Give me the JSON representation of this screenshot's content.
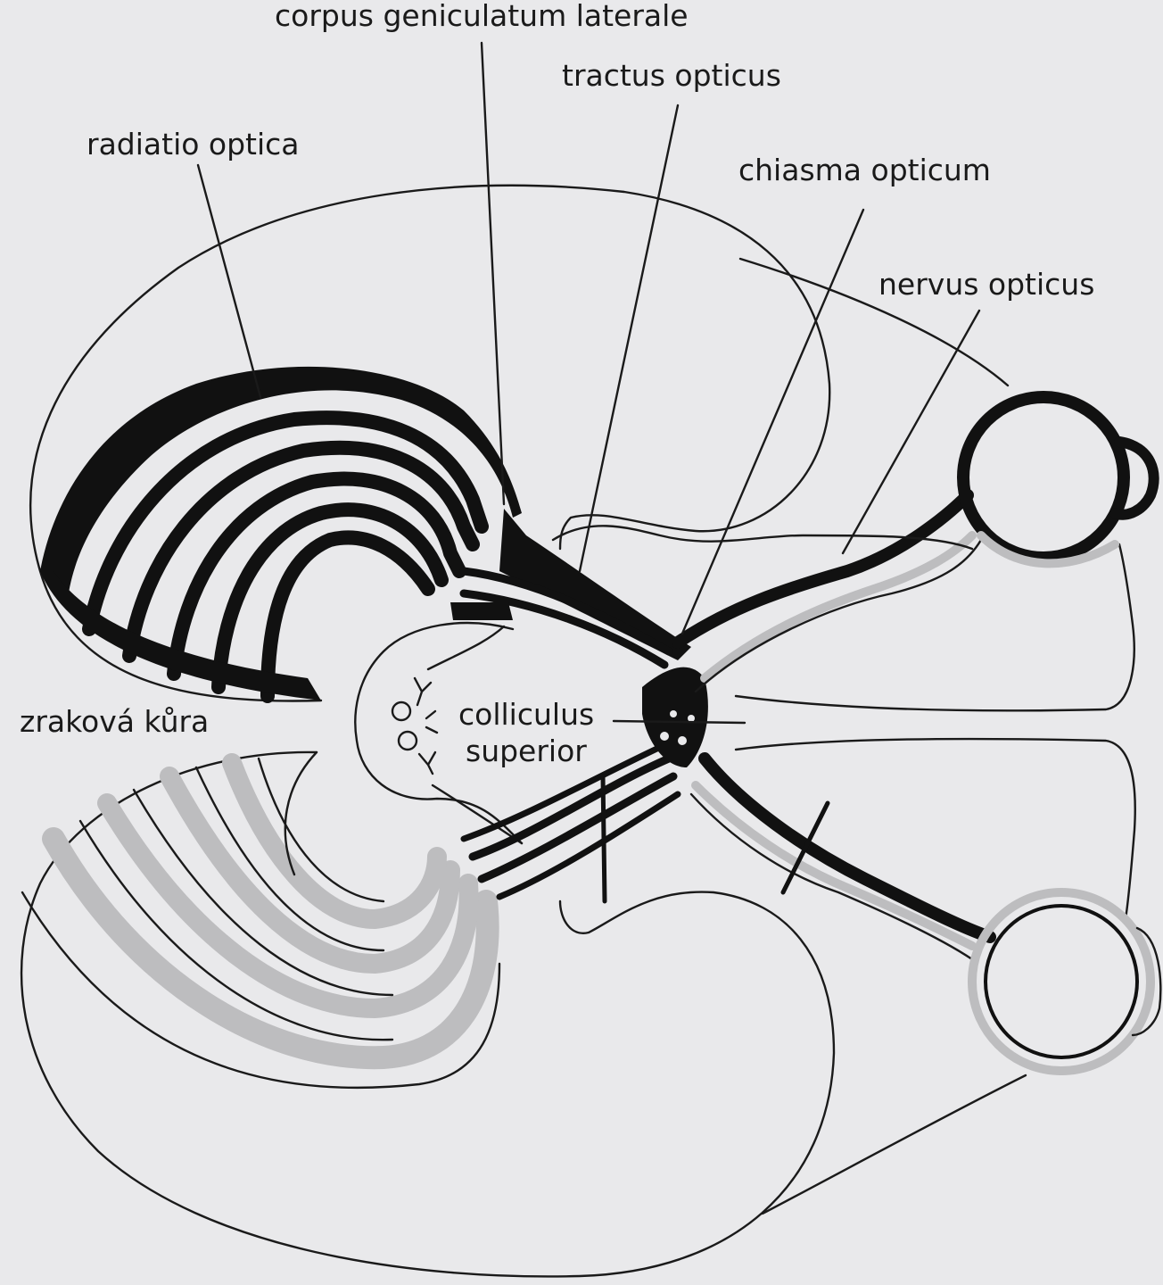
{
  "labels": {
    "corpus_geniculatum_laterale": "corpus geniculatum laterale",
    "tractus_opticus": "tractus opticus",
    "radiatio_optica": "radiatio optica",
    "chiasma_opticum": "chiasma opticum",
    "nervus_opticus": "nervus opticus",
    "zrakova_kura": "zraková kůra",
    "colliculus_line1": "colliculus",
    "colliculus_line2": "superior"
  },
  "colors": {
    "background": "#e9e9eb",
    "ink": "#111111",
    "shading": "#bdbdbf"
  }
}
